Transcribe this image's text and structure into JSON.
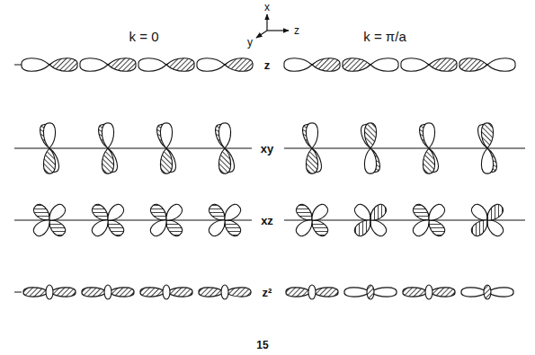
{
  "diagram": {
    "labels": [
      "x",
      "y",
      "z",
      "k = 0",
      "k = π/a",
      "z",
      "xy",
      "xz",
      "z²",
      "15"
    ]
  }
}
